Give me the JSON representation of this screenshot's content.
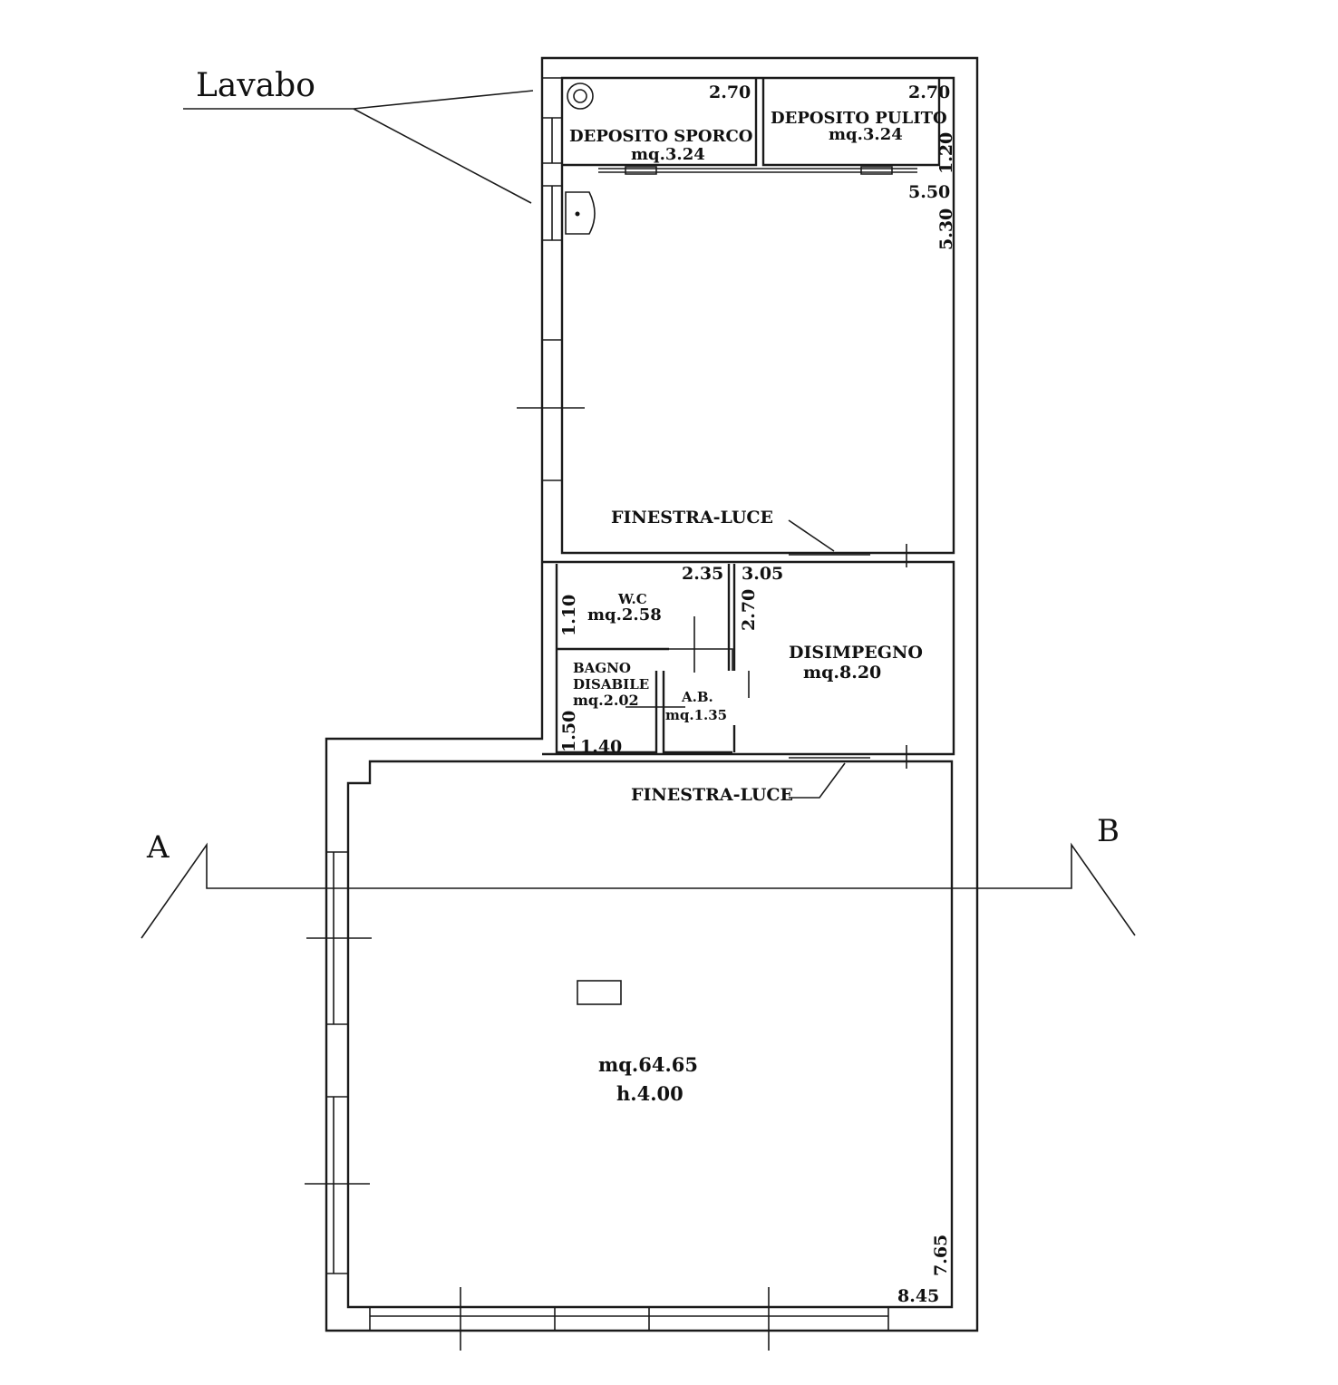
{
  "annotations": {
    "lavabo": "Lavabo",
    "finestra_luce_top": "FINESTRA-LUCE",
    "finestra_luce_bottom": "FINESTRA-LUCE",
    "section_a": "A",
    "section_b": "B"
  },
  "rooms": {
    "deposito_sporco": {
      "name": "DEPOSITO SPORCO",
      "area": "mq.3.24",
      "dim": "2.70"
    },
    "deposito_pulito": {
      "name": "DEPOSITO PULITO",
      "area": "mq.3.24",
      "dim": "2.70",
      "dim_side": "1.20"
    },
    "upper_room": {
      "dim_width": "5.50",
      "dim_height": "5.30"
    },
    "wc": {
      "name": "W.C",
      "area": "mq.2.58",
      "dim_width": "2.35",
      "dim_height": "1.10"
    },
    "bagno_disabile": {
      "name_line1": "BAGNO",
      "name_line2": "DISABILE",
      "area": "mq.2.02",
      "dim_width": "1.40",
      "dim_height": "1.50"
    },
    "antibagno": {
      "name": "A.B.",
      "area": "mq.1.35"
    },
    "disimpegno": {
      "name": "DISIMPEGNO",
      "area": "mq.8.20",
      "dim_width": "3.05",
      "dim_height": "2.70"
    },
    "main_hall": {
      "area": "mq.64.65",
      "height": "h.4.00",
      "dim_width": "8.45",
      "dim_height": "7.65"
    }
  }
}
